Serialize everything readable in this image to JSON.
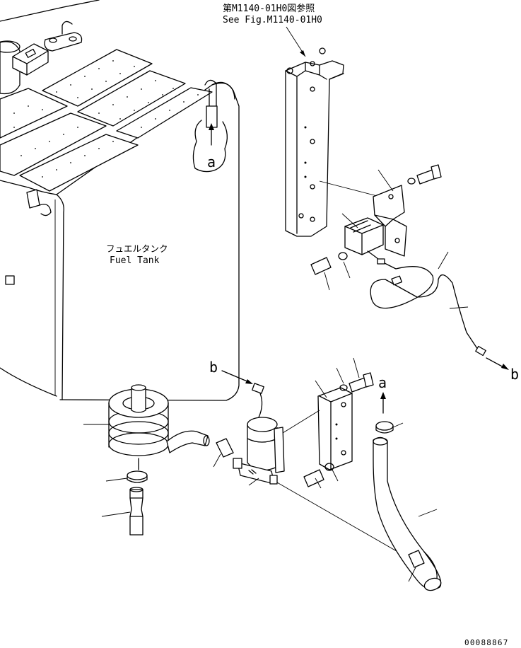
{
  "header": {
    "ref_jp": "第M1140-01H0図参照",
    "ref_en": "See Fig.M1140-01H0"
  },
  "tank": {
    "label_jp": "フュエルタンク",
    "label_en": "Fuel Tank"
  },
  "callouts": {
    "a_top": "a",
    "a_right": "a",
    "b_left": "b",
    "b_right": "b"
  },
  "footer": {
    "drawing_number": "00088867"
  }
}
